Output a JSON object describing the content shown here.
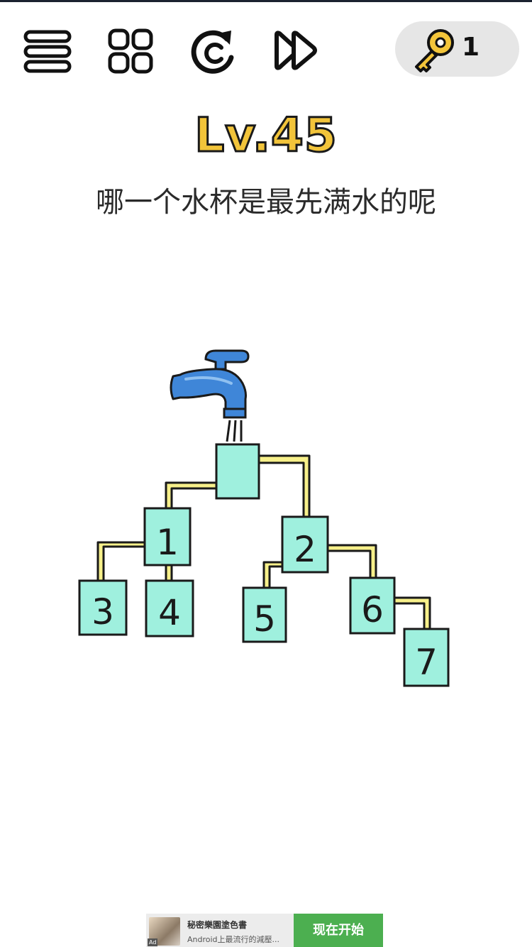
{
  "toolbar": {
    "menu_icon": "menu-lines-icon",
    "levels_icon": "grid-icon",
    "restart_icon": "restart-icon",
    "skip_icon": "fast-forward-icon",
    "key_icon": "key-icon",
    "key_count": "1"
  },
  "level": {
    "label": "Lv.45"
  },
  "question": {
    "text": "哪一个水杯是最先满水的呢"
  },
  "puzzle": {
    "faucet_icon": "faucet-icon",
    "cups": [
      {
        "label": ""
      },
      {
        "label": "1"
      },
      {
        "label": "2"
      },
      {
        "label": "3"
      },
      {
        "label": "4"
      },
      {
        "label": "5"
      },
      {
        "label": "6"
      },
      {
        "label": "7"
      }
    ],
    "colors": {
      "cup_fill": "#9ff0de",
      "pipe_fill": "#f7f08a",
      "faucet": "#3f86d8",
      "outline": "#1a1a1a"
    }
  },
  "ad": {
    "badge": "Ad",
    "title": "秘密樂園塗色書",
    "subtitle": "Android上最流行的減壓...",
    "cta": "现在开始"
  }
}
